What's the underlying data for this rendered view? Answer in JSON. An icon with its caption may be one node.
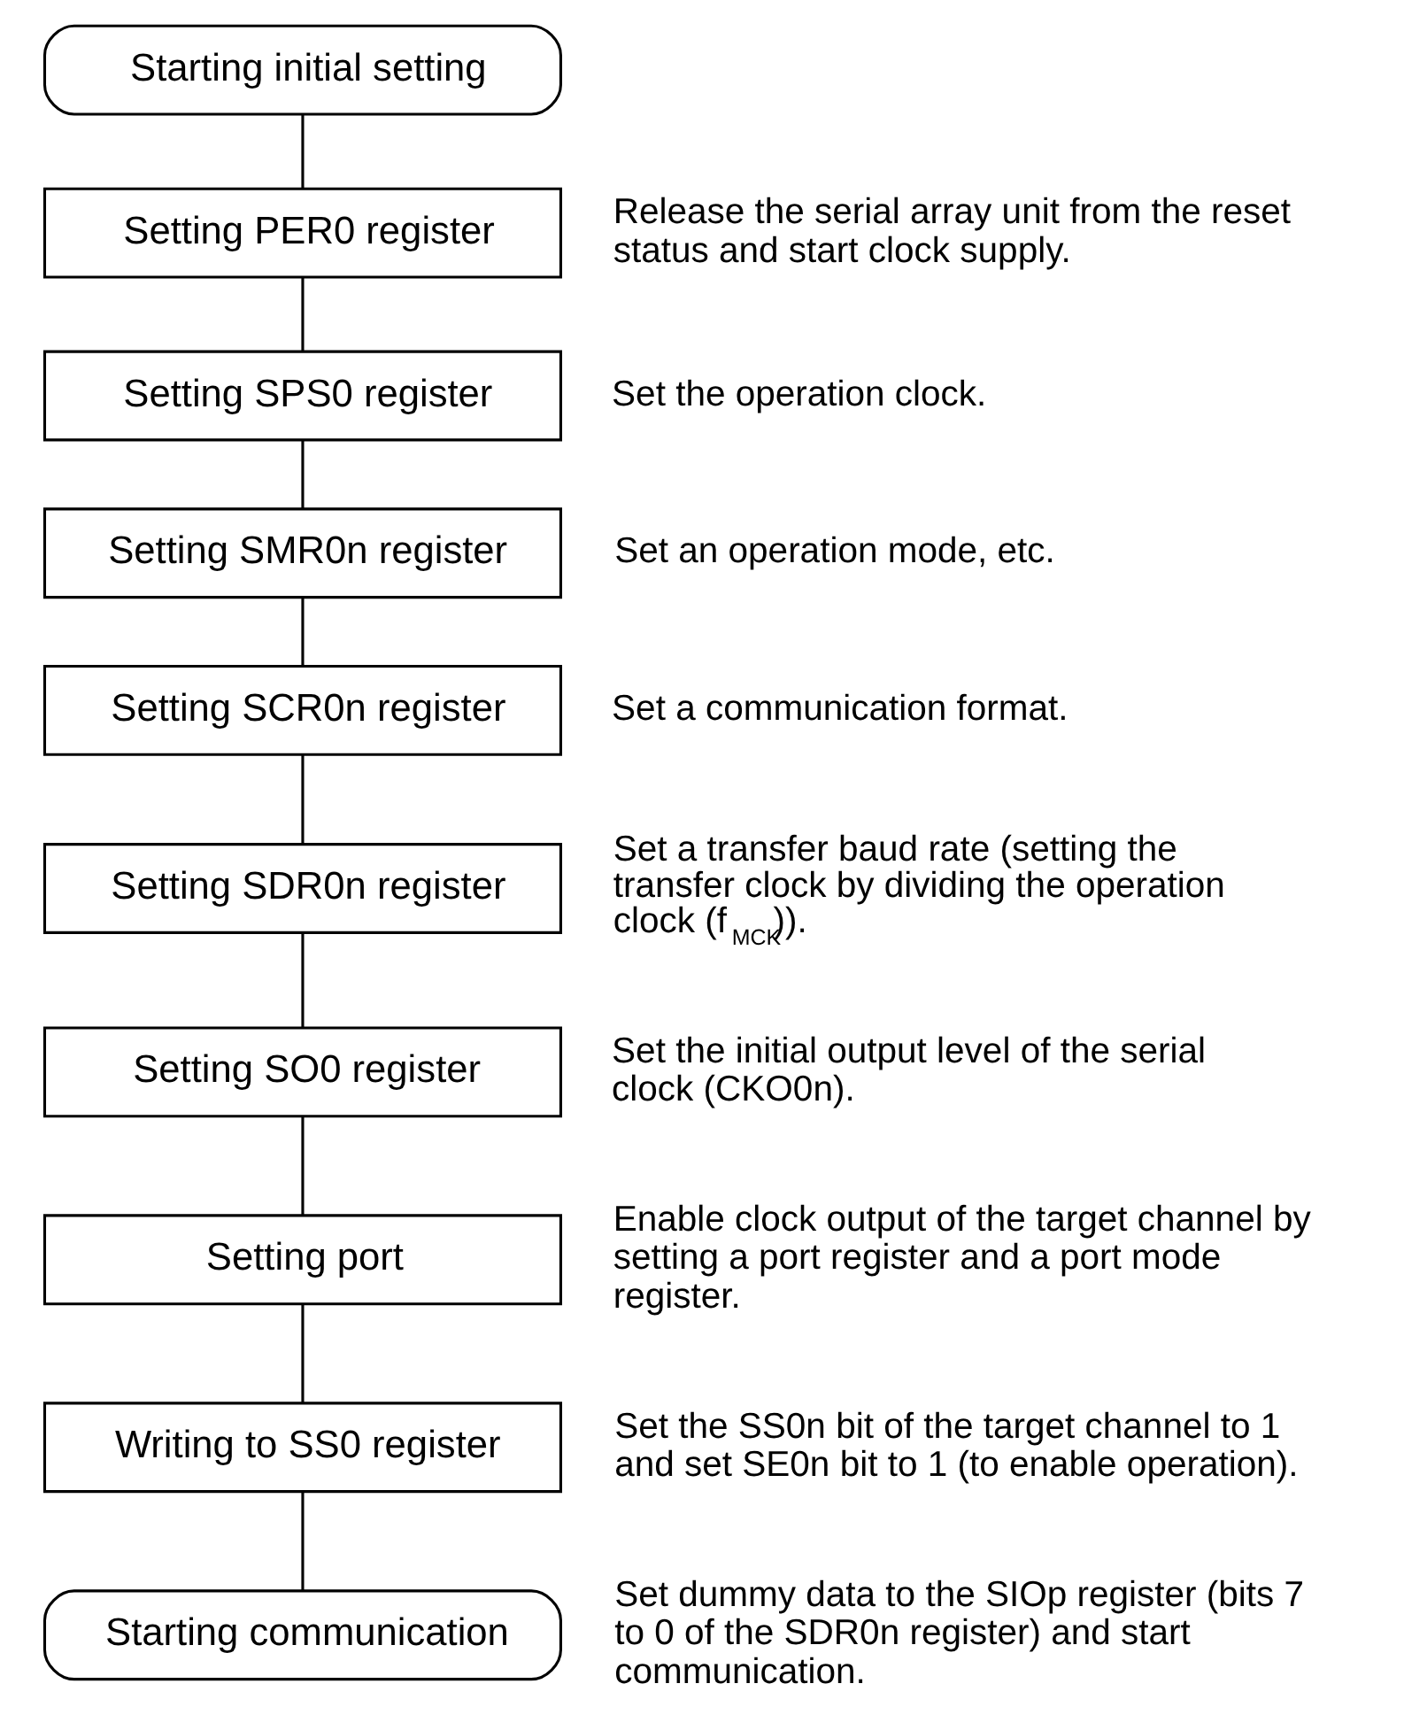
{
  "diagram": {
    "nodes": [
      {
        "text": [
          "Starting initial setting"
        ]
      },
      {
        "text": [
          "Setting PER0 register"
        ],
        "beside": [
          "Release the serial array unit from the reset status and start clock supply."
        ]
      },
      {
        "text": [
          "Setting SPS0 register"
        ],
        "beside": [
          "Set the operation clock."
        ]
      },
      {
        "text": [
          "Setting SMR0n register"
        ],
        "beside": [
          "Set an operation mode, etc."
        ]
      },
      {
        "text": [
          "Setting SCR0n register"
        ],
        "beside": [
          "Set a communication format."
        ]
      },
      {
        "text": [
          "Setting SDR0n register"
        ],
        "beside": [
          "Set a transfer baud rate (setting the transfer clock by dividing the operation clock (f$_{MCK}$))."
        ]
      },
      {
        "text": [
          "Setting SO0 register"
        ],
        "beside": [
          "Set the initial output level of the serial clock (CKO0n)."
        ]
      },
      {
        "text": [
          "Setting port"
        ],
        "beside": [
          "Enable clock output of the target channel by setting a port register and a port mode register."
        ]
      },
      {
        "text": [
          "Writing to SS0 register"
        ],
        "beside": [
          "Set the SS0n bit of the target channel to 1 and set SE0n bit to 1 (to enable operation)."
        ]
      },
      {
        "text": [
          "Starting communication"
        ],
        "beside": [
          "Set dummy data to the SIOp register (bits 7 to 0 of the SDR0n register) and start communication."
        ]
      }
    ],
    "edges": [
      {
        "from": 0,
        "to": 1,
        "arrow": "none"
      },
      {
        "from": 1,
        "to": 2,
        "arrow": "none"
      },
      {
        "from": 2,
        "to": 3,
        "arrow": "none"
      },
      {
        "from": 3,
        "to": 4,
        "arrow": "none"
      },
      {
        "from": 4,
        "to": 5,
        "arrow": "none"
      },
      {
        "from": 5,
        "to": 6,
        "arrow": "none"
      },
      {
        "from": 6,
        "to": 7,
        "arrow": "none"
      },
      {
        "from": 7,
        "to": 8,
        "arrow": "none"
      },
      {
        "from": 8,
        "to": 9,
        "arrow": "none"
      }
    ]
  }
}
